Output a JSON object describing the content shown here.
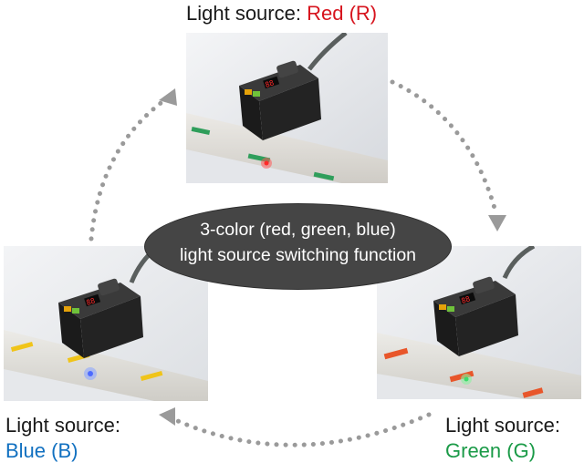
{
  "labels": {
    "red": {
      "prefix": "Light source:",
      "name": "Red (R)"
    },
    "blue": {
      "prefix": "Light source:",
      "name": "Blue (B)"
    },
    "green": {
      "prefix": "Light source:",
      "name": "Green (G)"
    }
  },
  "center": {
    "line1": "3-color (red, green, blue)",
    "line2": "light source switching function"
  },
  "colors": {
    "red": "#d7141e",
    "blue": "#1170c0",
    "green": "#1a9a47",
    "ellipse": "#454545",
    "arrow": "#9a9a9a"
  },
  "icons": [
    "sensor-device",
    "cycle-arrow"
  ]
}
